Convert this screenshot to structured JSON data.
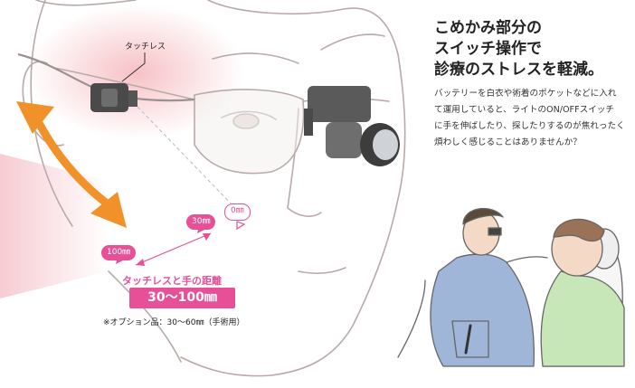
{
  "headline": {
    "line1": "こめかみ部分の",
    "line2": "スイッチ操作で",
    "line3": "診療のストレスを軽減。"
  },
  "body": {
    "line1": "バッテリーを白衣や術着のポケットなどに入れ",
    "line2": "て運用していると、ライトのON/OFFスイッチ",
    "line3": "に手を伸ばしたり、探したりするのが焦れったく",
    "line4": "煩わしく感じることはありませんか？"
  },
  "labels": {
    "touchless": "タッチレス",
    "d100": "100㎜",
    "d30": "30㎜",
    "d0": "0㎜",
    "distance_caption": "タッチレスと手の距離",
    "distance_value": "30～100㎜",
    "option_note": "※オプション品：30～60㎜（手術用）"
  },
  "colors": {
    "accent_pink": "#e74f97",
    "arrow_orange": "#f0912a",
    "sketch_line": "#b9aaa8",
    "skin_blush": "#f7c9cc"
  },
  "icons": {
    "motion_arrow": "curved-double-arrow-icon",
    "sensor": "touchless-sensor-icon",
    "headlight": "headlight-icon"
  }
}
